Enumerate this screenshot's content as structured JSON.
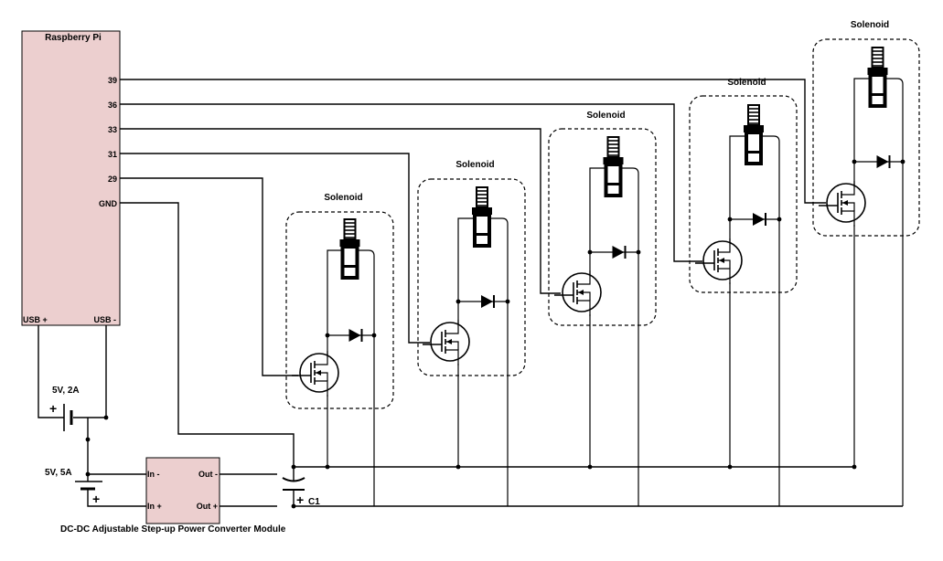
{
  "colors": {
    "module_fill": "#eccfcf",
    "wire": "#000000",
    "background": "#ffffff"
  },
  "pi": {
    "title": "Raspberry Pi",
    "pins": [
      "39",
      "36",
      "33",
      "31",
      "29",
      "GND"
    ],
    "usb_plus": "USB +",
    "usb_minus": "USB -"
  },
  "battery1": {
    "label": "5V, 2A",
    "plus": "+"
  },
  "battery2": {
    "label": "5V, 5A",
    "plus": "+"
  },
  "converter": {
    "title": "DC-DC Adjustable Step-up Power Converter Module",
    "in_minus": "In -",
    "in_plus": "In +",
    "out_minus": "Out -",
    "out_plus": "Out +"
  },
  "capacitor": {
    "label": "C1",
    "plus": "+"
  },
  "solenoid_label": "Solenoid",
  "icons": [
    "battery-icon",
    "capacitor-icon",
    "mosfet-icon",
    "diode-icon",
    "solenoid-icon"
  ]
}
